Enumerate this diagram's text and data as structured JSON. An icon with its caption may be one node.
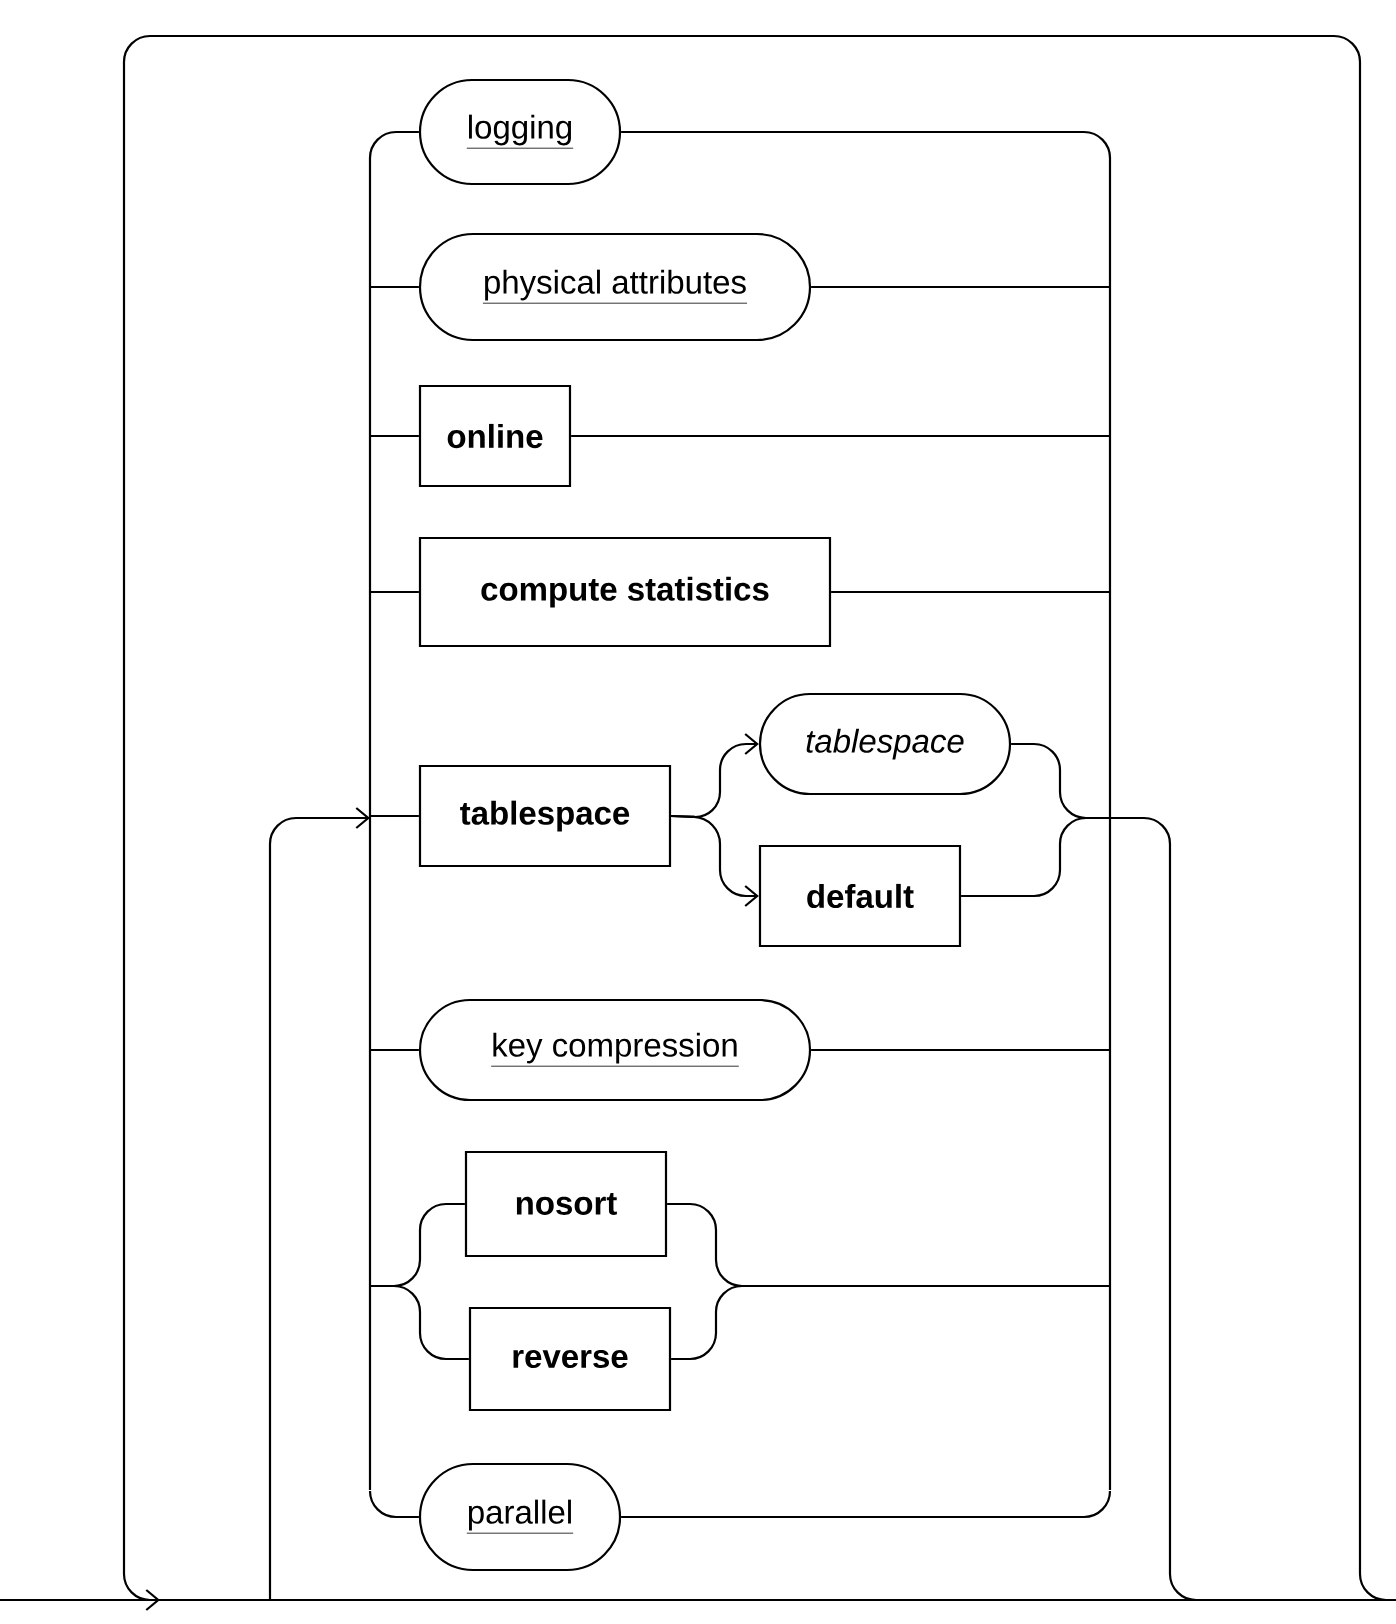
{
  "diagram": {
    "nodes": [
      {
        "text": [
          "logging"
        ]
      },
      {
        "text": [
          "physical attributes"
        ]
      },
      {
        "text": [
          "online"
        ]
      },
      {
        "text": [
          "compute statistics"
        ]
      },
      {
        "text": [
          "tablespace"
        ]
      },
      {
        "text": [
          "tablespace"
        ]
      },
      {
        "text": [
          "default"
        ]
      },
      {
        "text": [
          "key compression"
        ]
      },
      {
        "text": [
          "nosort"
        ]
      },
      {
        "text": [
          "reverse"
        ]
      },
      {
        "text": [
          "parallel"
        ]
      },
      {
        "text": [],
        "shape": "bar"
      },
      {
        "text": [],
        "shape": "bar"
      }
    ],
    "edges": [
      {
        "from": null,
        "to": 11,
        "arrow": "to"
      },
      {
        "from": 11,
        "to": 0,
        "arrow": "none"
      },
      {
        "from": 0,
        "to": 12,
        "arrow": "none"
      },
      {
        "from": 11,
        "to": 1,
        "arrow": "none"
      },
      {
        "from": 1,
        "to": 12,
        "arrow": "none"
      },
      {
        "from": 11,
        "to": 2,
        "arrow": "none"
      },
      {
        "from": 2,
        "to": 12,
        "arrow": "none"
      },
      {
        "from": 11,
        "to": 3,
        "arrow": "none"
      },
      {
        "from": 3,
        "to": 12,
        "arrow": "none"
      },
      {
        "from": 11,
        "to": 4,
        "arrow": "none"
      },
      {
        "from": 4,
        "to": 5,
        "arrow": "to"
      },
      {
        "from": 4,
        "to": 6,
        "arrow": "to"
      },
      {
        "from": 5,
        "to": 12,
        "arrow": "none"
      },
      {
        "from": 6,
        "to": 12,
        "arrow": "none"
      },
      {
        "from": 12,
        "to": null,
        "arrow": "none"
      },
      {
        "from": 11,
        "to": 7,
        "arrow": "none"
      },
      {
        "from": 7,
        "to": 12,
        "arrow": "none"
      },
      {
        "from": 11,
        "to": 8,
        "arrow": "none"
      },
      {
        "from": 11,
        "to": 9,
        "arrow": "none"
      },
      {
        "from": 8,
        "to": 12,
        "arrow": "none"
      },
      {
        "from": 9,
        "to": 12,
        "arrow": "none"
      },
      {
        "from": 11,
        "to": 10,
        "arrow": "none"
      },
      {
        "from": 10,
        "to": 12,
        "arrow": "none"
      }
    ]
  }
}
